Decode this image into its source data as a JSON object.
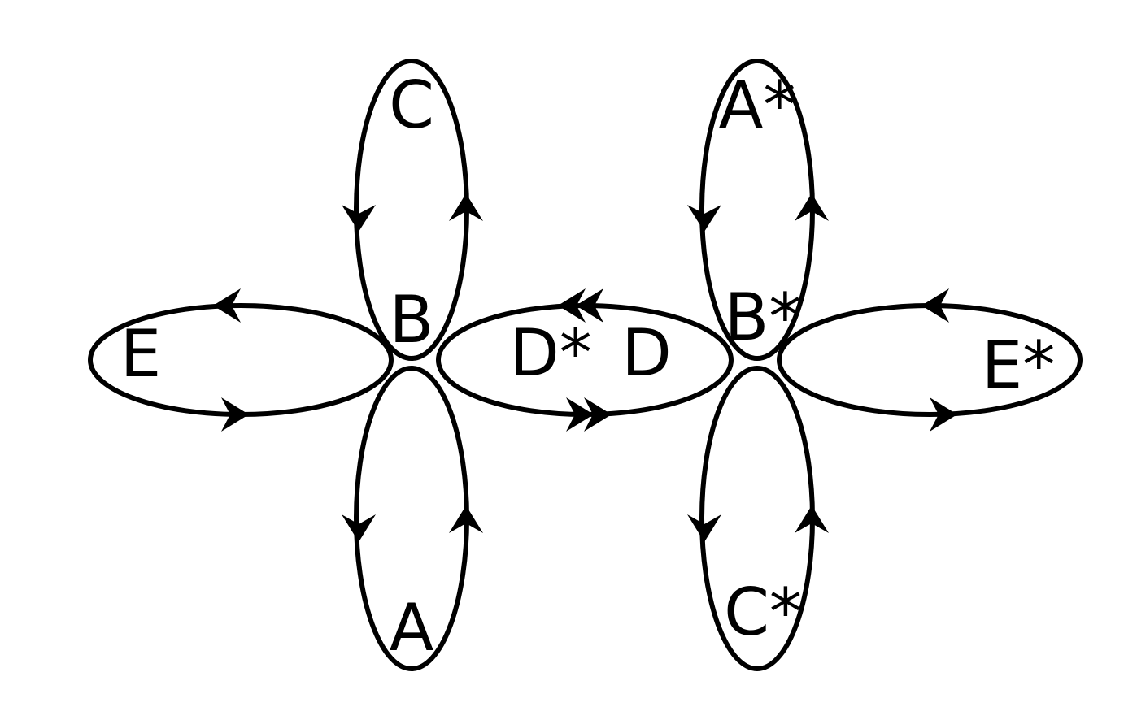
{
  "diagram": {
    "labels": {
      "c": "C",
      "b": "B",
      "e": "E",
      "a": "A",
      "d_star": "D*",
      "d": "D",
      "a_star": "A*",
      "b_star": "B*",
      "e_star": "E*",
      "c_star": "C*"
    },
    "colors": {
      "stroke": "#000000",
      "background": "#ffffff"
    }
  }
}
